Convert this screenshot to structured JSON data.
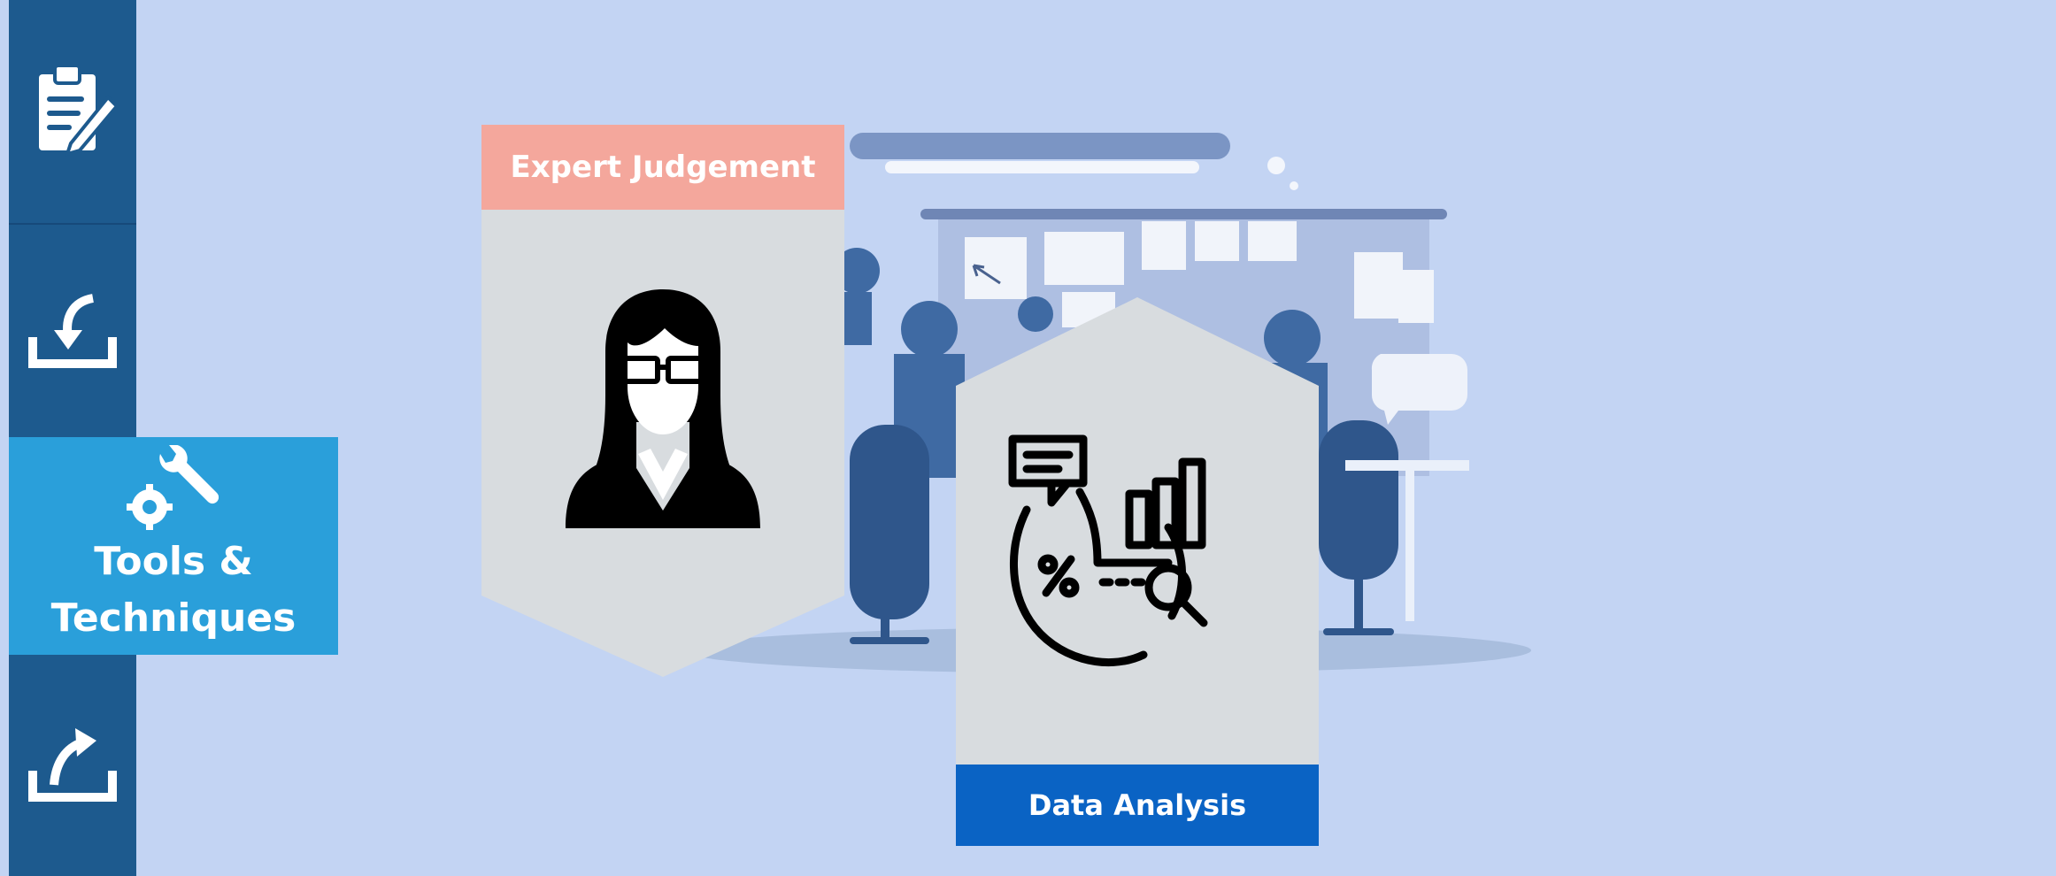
{
  "sidebar": {
    "items": [
      {
        "icon": "clipboard-edit-icon"
      },
      {
        "icon": "download-tray-icon"
      },
      {
        "icon": "tools-gear-icon",
        "label_line1": "Tools &",
        "label_line2": "Techniques",
        "active": true
      },
      {
        "icon": "upload-tray-icon"
      }
    ]
  },
  "cards": {
    "expert": {
      "title": "Expert Judgement",
      "icon": "businesswoman-icon"
    },
    "data": {
      "label": "Data Analysis",
      "icon": "data-analysis-icon"
    }
  },
  "colors": {
    "background": "#c3d4f3",
    "sidebar": "#1d5a8e",
    "sidebar_active": "#2a9fda",
    "expert_tab": "#f4a79c",
    "data_label": "#0a63c4",
    "card": "#d8dcdf"
  }
}
